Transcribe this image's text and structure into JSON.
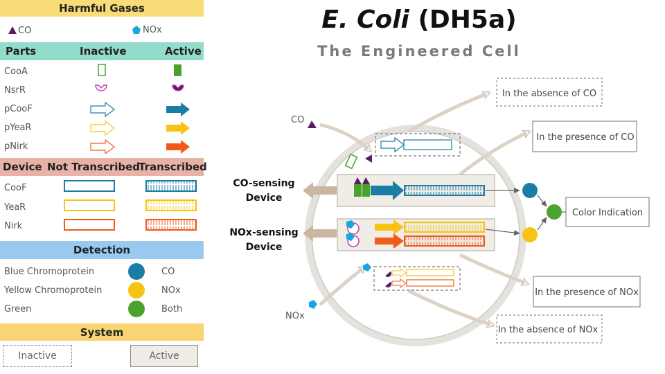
{
  "legend": {
    "harmful_gases": {
      "title": "Harmful Gases",
      "co": "CO",
      "nox": "NOx"
    },
    "parts": {
      "header": [
        "Parts",
        "Inactive",
        "Active"
      ],
      "rows": [
        "CooA",
        "NsrR",
        "pCooF",
        "pYeaR",
        "pNirk"
      ]
    },
    "device": {
      "header": [
        "Device",
        "Not Transcribed",
        "Transcribed"
      ],
      "rows": [
        "CooF",
        "YeaR",
        "Nirk"
      ]
    },
    "detection": {
      "title": "Detection",
      "rows": [
        {
          "label": "Blue Chromoprotein",
          "gas": "CO",
          "color": "#1a7da5"
        },
        {
          "label": "Yellow Chromoprotein",
          "gas": "NOx",
          "color": "#f7c415"
        },
        {
          "label": "Green",
          "gas": "Both",
          "color": "#4ca22e"
        }
      ]
    },
    "system": {
      "title": "System",
      "inactive": "Inactive",
      "active": "Active"
    }
  },
  "colors": {
    "harmful_gases_bg": "#f8dc78",
    "parts_bg": "#93dccb",
    "device_bg": "#e8b2a6",
    "detection_bg": "#99c9ef",
    "system_bg": "#f9d472",
    "blue": "#1a7da5",
    "yellow": "#f7c415",
    "orange": "#f05a1a",
    "green": "#4ca22e",
    "purple": "#5b1e62",
    "magenta": "#c43bb3"
  },
  "title": {
    "italic": "E. Coli",
    "rest": "(DH5a)"
  },
  "subtitle": "The Engineered Cell",
  "diagram": {
    "co_input": "CO",
    "nox_input": "NOx",
    "co_device": [
      "CO-sensing",
      "Device"
    ],
    "nox_device": [
      "NOx-sensing",
      "Device"
    ],
    "absence_co": "In the absence of CO",
    "presence_co": "In the presence of CO",
    "color_indication": "Color Indication",
    "presence_nox": "In the presence of NOx",
    "absence_nox": "In the absence of NOx"
  }
}
